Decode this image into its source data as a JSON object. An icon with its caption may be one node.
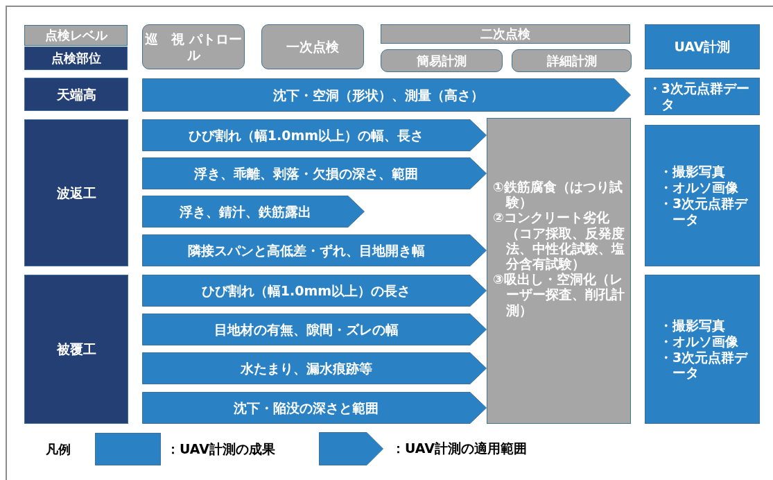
{
  "diagram": {
    "nodes": [
      {
        "text": [
          "点検レベル"
        ]
      },
      {
        "text": [
          "点検部位"
        ]
      },
      {
        "text": [
          "巡　視 パトロール"
        ]
      },
      {
        "text": [
          "一次点検"
        ]
      },
      {
        "text": [
          "二次点検"
        ]
      },
      {
        "text": [
          "簡易計測"
        ]
      },
      {
        "text": [
          "詳細計測"
        ]
      },
      {
        "text": [
          "UAV計測"
        ]
      },
      {
        "text": [
          "天端高"
        ]
      },
      {
        "text": [
          "沈下・空洞（形状）、測量（高さ）"
        ]
      },
      {
        "text": [
          "・3次元点群データ"
        ]
      },
      {
        "text": [
          "波返工"
        ]
      },
      {
        "text": [
          "ひび割れ（幅1.0mm以上）の幅、長さ"
        ]
      },
      {
        "text": [
          "浮き、乖離、剥落・欠損の深さ、範囲"
        ]
      },
      {
        "text": [
          "浮き、錆汁、鉄筋露出"
        ]
      },
      {
        "text": [
          "隣接スパンと高低差・ずれ、目地開き幅"
        ]
      },
      {
        "text": [
          "①鉄筋腐食（はつり試験）",
          "②コンクリート劣化（コア採取、反発度法、中性化試験、塩分含有試験）",
          "③吸出し・空洞化（レーザー探査、削孔計測）"
        ]
      },
      {
        "text": [
          "・撮影写真",
          "・オルソ画像",
          "・3次元点群データ"
        ]
      },
      {
        "text": [
          "被覆工"
        ]
      },
      {
        "text": [
          "ひび割れ（幅1.0mm以上）の長さ"
        ]
      },
      {
        "text": [
          "目地材の有無、隙間・ズレの幅"
        ]
      },
      {
        "text": [
          "水たまり、漏水痕跡等"
        ]
      },
      {
        "text": [
          "沈下・陥没の深さと範囲"
        ]
      },
      {
        "text": [
          "・撮影写真",
          "・オルソ画像",
          "・3次元点群データ"
        ]
      }
    ],
    "labels": [
      "凡例"
    ],
    "legend": [
      {
        "text": "：UAV計測の成果",
        "color": "#2a82c5"
      },
      {
        "text": "：UAV計測の適用範囲"
      }
    ]
  }
}
